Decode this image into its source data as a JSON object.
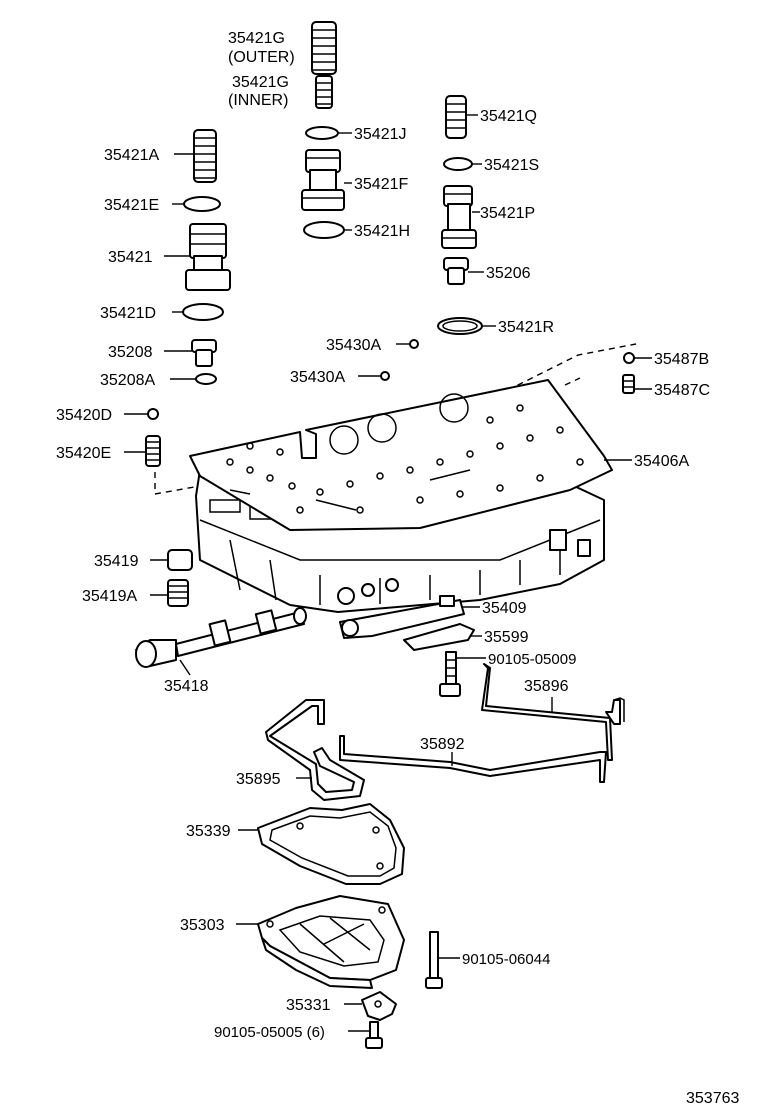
{
  "labels": {
    "p35421G_outer_num": "35421G",
    "p35421G_outer_note": "(OUTER)",
    "p35421G_inner_num": "35421G",
    "p35421G_inner_note": "(INNER)",
    "p35421Q": "35421Q",
    "p35421J": "35421J",
    "p35421A": "35421A",
    "p35421S": "35421S",
    "p35421F": "35421F",
    "p35421E": "35421E",
    "p35421P": "35421P",
    "p35421H": "35421H",
    "p35421": "35421",
    "p35206": "35206",
    "p35421D": "35421D",
    "p35421R": "35421R",
    "p35430A_1": "35430A",
    "p35208": "35208",
    "p35487B": "35487B",
    "p35208A": "35208A",
    "p35430A_2": "35430A",
    "p35487C": "35487C",
    "p35420D": "35420D",
    "p35420E": "35420E",
    "p35406A": "35406A",
    "p35419": "35419",
    "p35419A": "35419A",
    "p35409": "35409",
    "p35599": "35599",
    "p90105_05009": "90105-05009",
    "p35418": "35418",
    "p35896": "35896",
    "p35892": "35892",
    "p35895": "35895",
    "p35339": "35339",
    "p35303": "35303",
    "p90105_06044": "90105-06044",
    "p35331": "35331",
    "p90105_05005": "90105-05005 (6)"
  },
  "figure_ref": "353763"
}
